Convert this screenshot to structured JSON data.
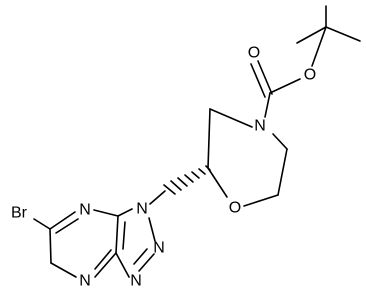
{
  "diagram": {
    "type": "chemical-structure",
    "atoms": {
      "carbonyl_o": "O",
      "ester_o": "O",
      "morpholine_n": "N",
      "morpholine_o": "O",
      "triazole_n1": "N",
      "triazole_n2": "N",
      "triazole_n3": "N",
      "pyrazine_n_top": "N",
      "pyrazine_n_bottom": "N",
      "bromine": "Br"
    },
    "colors": {
      "ink": "#000000",
      "background": "#ffffff"
    }
  }
}
